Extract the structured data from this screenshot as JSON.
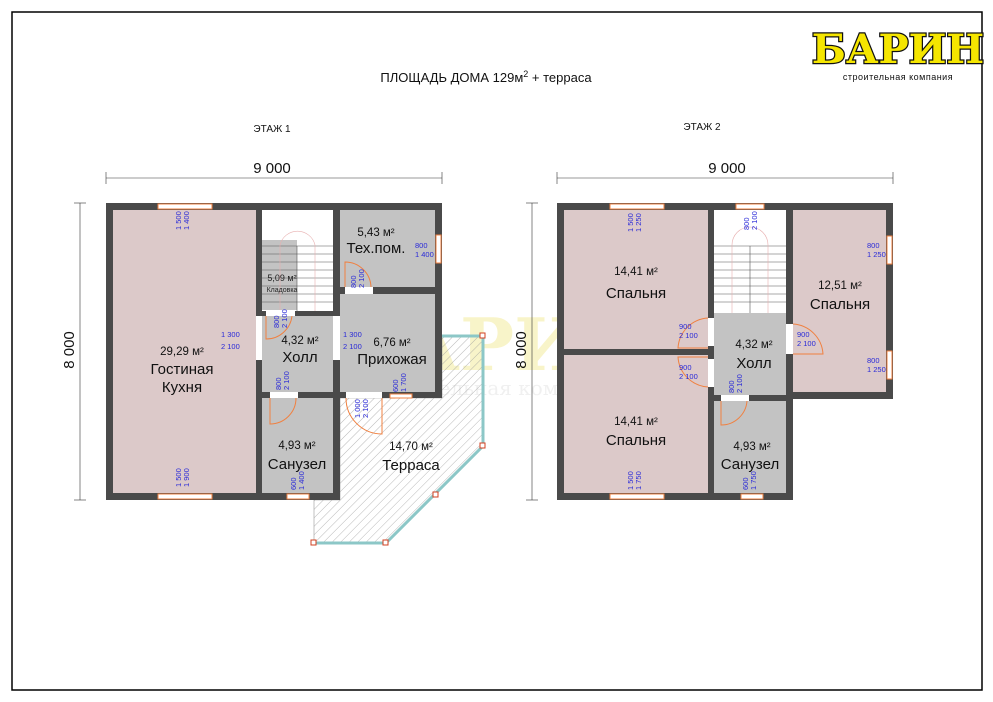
{
  "title": {
    "main": "ПЛОЩАДЬ ДОМА 129м",
    "sup": "2",
    "suffix": " + терраса"
  },
  "logo": {
    "name": "БАРИН",
    "tagline": "строительная компания"
  },
  "floor1": {
    "label": "ЭТАЖ 1",
    "width_dim": "9 000",
    "height_dim": "8 000",
    "rooms": [
      {
        "area": "29,29 м²",
        "name": "Гостиная",
        "name2": "Кухня"
      },
      {
        "area": "5,09 м²",
        "name": "Кладовка"
      },
      {
        "area": "5,43 м²",
        "name": "Тех.пом."
      },
      {
        "area": "4,32 м²",
        "name": "Холл"
      },
      {
        "area": "6,76 м²",
        "name": "Прихожая"
      },
      {
        "area": "4,93 м²",
        "name": "Санузел"
      },
      {
        "area": "14,70 м²",
        "name": "Терраса"
      }
    ],
    "openings": [
      [
        "1 500",
        "1 400"
      ],
      [
        "1 500",
        "1 900"
      ],
      [
        "1 300",
        "2 100"
      ],
      [
        "800",
        "2 100"
      ],
      [
        "800",
        "1 400"
      ],
      [
        "800",
        "2 100"
      ],
      [
        "1 300",
        "2 100"
      ],
      [
        "800",
        "2 100"
      ],
      [
        "600",
        "1 700"
      ],
      [
        "1 000",
        "2 100"
      ],
      [
        "600",
        "1 400"
      ]
    ]
  },
  "floor2": {
    "label": "ЭТАЖ 2",
    "width_dim": "9 000",
    "height_dim": "8 000",
    "rooms": [
      {
        "area": "14,41 м²",
        "name": "Спальня"
      },
      {
        "area": "12,51 м²",
        "name": "Спальня"
      },
      {
        "area": "4,32 м²",
        "name": "Холл"
      },
      {
        "area": "14,41 м²",
        "name": "Спальня"
      },
      {
        "area": "4,93 м²",
        "name": "Санузел"
      }
    ],
    "openings": [
      [
        "1 500",
        "1 250"
      ],
      [
        "800",
        "2 100"
      ],
      [
        "800",
        "1 250"
      ],
      [
        "900",
        "2 100"
      ],
      [
        "900",
        "2 100"
      ],
      [
        "900",
        "2 100"
      ],
      [
        "800",
        "1 250"
      ],
      [
        "800",
        "2 100"
      ],
      [
        "1 500",
        "1 750"
      ],
      [
        "600",
        "1 750"
      ]
    ]
  }
}
